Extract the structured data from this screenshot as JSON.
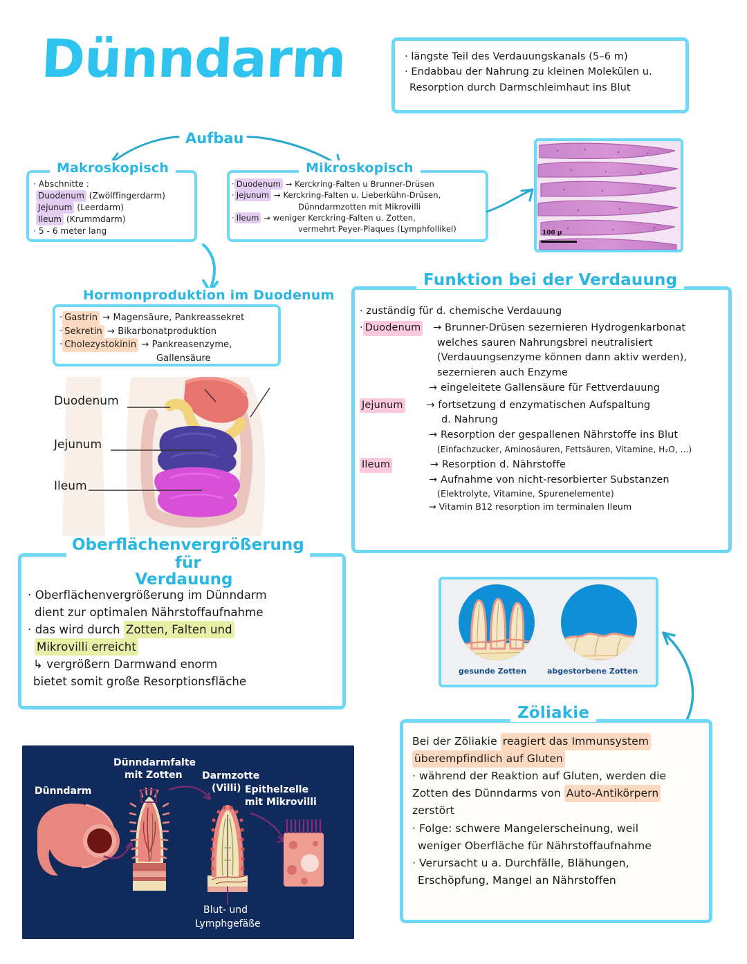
{
  "title": "Dünndarm",
  "intro_box": {
    "lines": [
      "· längste Teil des Verdauungskanals (5–6 m)",
      "· Endabbau der Nahrung zu kleinen Molekülen u.",
      "Resorption durch Darmschleimhaut ins Blut"
    ]
  },
  "aufbau_label": "Aufbau",
  "makroskopisch": {
    "title": "Makroskopisch",
    "line_abschnitte": "· Abschnitte :",
    "items": [
      {
        "tag": "Duodenum",
        "rest": " (Zwölffingerdarm)"
      },
      {
        "tag": "Jejunum",
        "rest": " (Leerdarm)"
      },
      {
        "tag": "Ileum",
        "rest": " (Krummdarm)"
      }
    ],
    "line_length": "· 5 - 6 meter lang"
  },
  "mikroskopisch": {
    "title": "Mikroskopisch",
    "rows": [
      {
        "tag": "Duodenum",
        "arrow": "→ Kerckring-Falten u Brunner-Drüsen",
        "cont": ""
      },
      {
        "tag": "Jejunum",
        "arrow": "→ Kerckring-Falten u. Lieberkühn-Drüsen,",
        "cont": "Dünndarmzotten mit Mikrovilli"
      },
      {
        "tag": "Ileum",
        "arrow": "→ weniger Kerckring-Falten u. Zotten,",
        "cont": "vermehrt Peyer-Plaques (Lymphfollikel)"
      }
    ]
  },
  "histology": {
    "scale_label": "100 µ"
  },
  "hormon": {
    "title": "Hormonproduktion im Duodenum",
    "rows": [
      {
        "bullet": "·",
        "tag": "Gastrin",
        "rest": " → Magensäure, Pankreassekret",
        "cont": ""
      },
      {
        "bullet": "·",
        "tag": "Sekretin",
        "rest": " → Bikarbonatproduktion",
        "cont": ""
      },
      {
        "bullet": "·",
        "tag": "Cholezystokinin",
        "rest": " → Pankreasenzyme,",
        "cont": "Gallensäure"
      }
    ]
  },
  "anatomy_labels": [
    "Duodenum",
    "Jejunum",
    "Ileum"
  ],
  "funktion": {
    "title": "Funktion bei der Verdauung",
    "lead": "· zuständig für d. chemische Verdauung",
    "duodenum_tag": "Duodenum",
    "duodenum_lines": [
      "→ Brunner-Drüsen sezernieren Hydrogenkarbonat",
      "welches sauren Nahrungsbrei neutralisiert",
      "(Verdauungsenzyme können dann aktiv werden),",
      "sezernieren auch Enzyme",
      "→ eingeleitete Gallensäure für Fettverdauung"
    ],
    "jejunum_tag": "Jejunum",
    "jejunum_lines": [
      "→ fortsetzung d enzymatischen Aufspaltung",
      "d. Nahrung",
      "→ Resorption der gespallenen Nährstoffe ins Blut",
      "(Einfachzucker, Aminosäuren, Fettsäuren, Vitamine, H₂O, ...)"
    ],
    "ileum_tag": "Ileum",
    "ileum_lines": [
      "→ Resorption d. Nährstoffe",
      "→ Aufnahme von nicht-resorbierter Substanzen",
      "(Elektrolyte, Vitamine, Spurenelemente)",
      "→ Vitamin B12 resorption im terminalen Ileum"
    ]
  },
  "oberflaeche": {
    "title_line1": "Oberflächenvergrößerung für",
    "title_line2": "Verdauung",
    "lines": [
      {
        "text": "· Oberflächenvergrößerung im Dünndarm",
        "hl": ""
      },
      {
        "text": "dient zur optimalen Nährstoffaufnahme",
        "hl": ""
      },
      {
        "pre": "· das wird durch ",
        "hl": "Zotten, Falten und"
      },
      {
        "hl2": "Mikrovilli erreicht"
      },
      {
        "text": "↳ vergrößern Darmwand enorm",
        "hl": ""
      },
      {
        "text": "bietet somit große Resorptionsfläche",
        "hl": ""
      }
    ]
  },
  "zotten_figure": {
    "left_caption": "gesunde Zotten",
    "right_caption": "abgestorbene Zotten"
  },
  "zoeliakie": {
    "title": "Zöliakie",
    "l1_pre": "Bei der Zöliakie ",
    "l1_hl": "reagiert das Immunsystem",
    "l2_hl": "überempfindlich auf Gluten",
    "l3": "· während der Reaktion auf Gluten, werden die",
    "l4_pre": "Zotten des Dünndarms von ",
    "l4_hl": "Auto-Antikörpern",
    "l5": "zerstört",
    "l6": "· Folge: schwere Mangelerscheinung, weil",
    "l7": "weniger Oberfläche für Nährstoffaufnahme",
    "l8": "· Verursacht u a. Durchfälle, Blähungen,",
    "l9": "Erschöpfung, Mangel an Nährstoffen"
  },
  "villi_diagram": {
    "labels": {
      "duenndarm": "Dünndarm",
      "falte_l1": "Dünndarmfalte",
      "falte_l2": "mit Zotten",
      "zotte_l1": "Darmzotte",
      "zotte_l2": "(Villi)",
      "epithel_l1": "Epithelzelle",
      "epithel_l2": "mit Mikrovilli",
      "gefaesse_l1": "Blut- und",
      "gefaesse_l2": "Lymphgefäße"
    },
    "bg_color": "#102a5c"
  },
  "colors": {
    "frame": "#6fd8f5",
    "heading": "#29b6e3",
    "title": "#2fc3ef",
    "hl_purple": "#e3cdf0",
    "hl_pink": "#fbc9dd",
    "hl_peach": "#fbd9c0",
    "hl_green": "#e8f0a8"
  }
}
